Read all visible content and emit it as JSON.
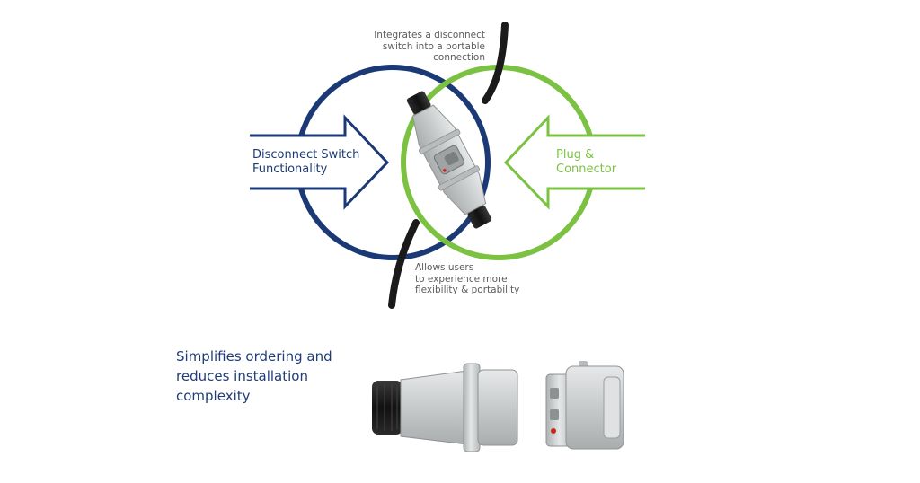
{
  "top_note": {
    "line1": "Integrates a disconnect",
    "line2": "switch into a portable",
    "line3": "connection"
  },
  "left_arrow": {
    "line1": "Disconnect Switch",
    "line2": "Functionality"
  },
  "right_arrow": {
    "line1": "Plug &",
    "line2": "Connector"
  },
  "bottom_note": {
    "line1": "Allows users",
    "line2": "to experience more",
    "line3": "flexibility & portability"
  },
  "caption": {
    "line1": "Simplifies ordering and",
    "line2": "reduces installation",
    "line3": "complexity"
  },
  "colors": {
    "blue": "#1b3a75",
    "green": "#7cc242",
    "cable": "#1a1a1a",
    "connector_gray": "#c9cccd"
  }
}
